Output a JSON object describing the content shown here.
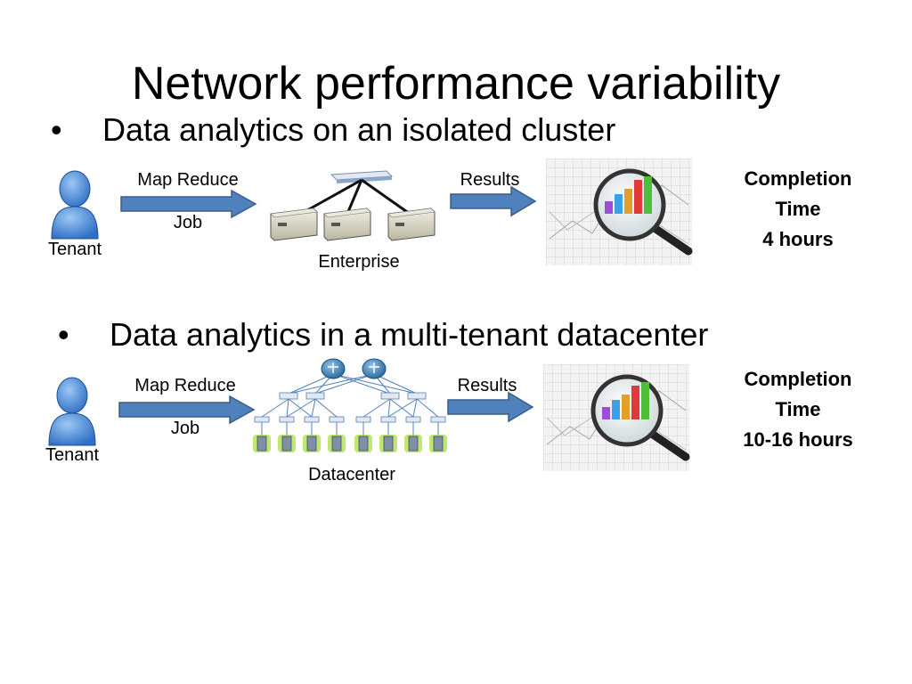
{
  "slide": {
    "title": "Network performance variability"
  },
  "sections": [
    {
      "bullet": "Data analytics on an isolated cluster",
      "tenant_label": "Tenant",
      "arrow1_top": "Map Reduce",
      "arrow1_bottom": "Job",
      "infra_label": "Enterprise",
      "arrow2_top": "Results",
      "completion_line1": "Completion",
      "completion_line2": "Time",
      "completion_value": "4 hours"
    },
    {
      "bullet": "Data analytics in a multi-tenant datacenter",
      "tenant_label": "Tenant",
      "arrow1_top": "Map Reduce",
      "arrow1_bottom": "Job",
      "infra_label": "Datacenter",
      "arrow2_top": "Results",
      "completion_line1": "Completion",
      "completion_line2": "Time",
      "completion_value": "10-16 hours"
    }
  ],
  "icons": {
    "tenant": "user-icon",
    "enterprise": "server-cluster-icon",
    "datacenter": "datacenter-topology-icon",
    "results": "magnified-chart-icon"
  },
  "colors": {
    "arrow_fill": "#4f81bd",
    "arrow_stroke": "#385d8a",
    "user_blue": "#3f7fd0"
  }
}
